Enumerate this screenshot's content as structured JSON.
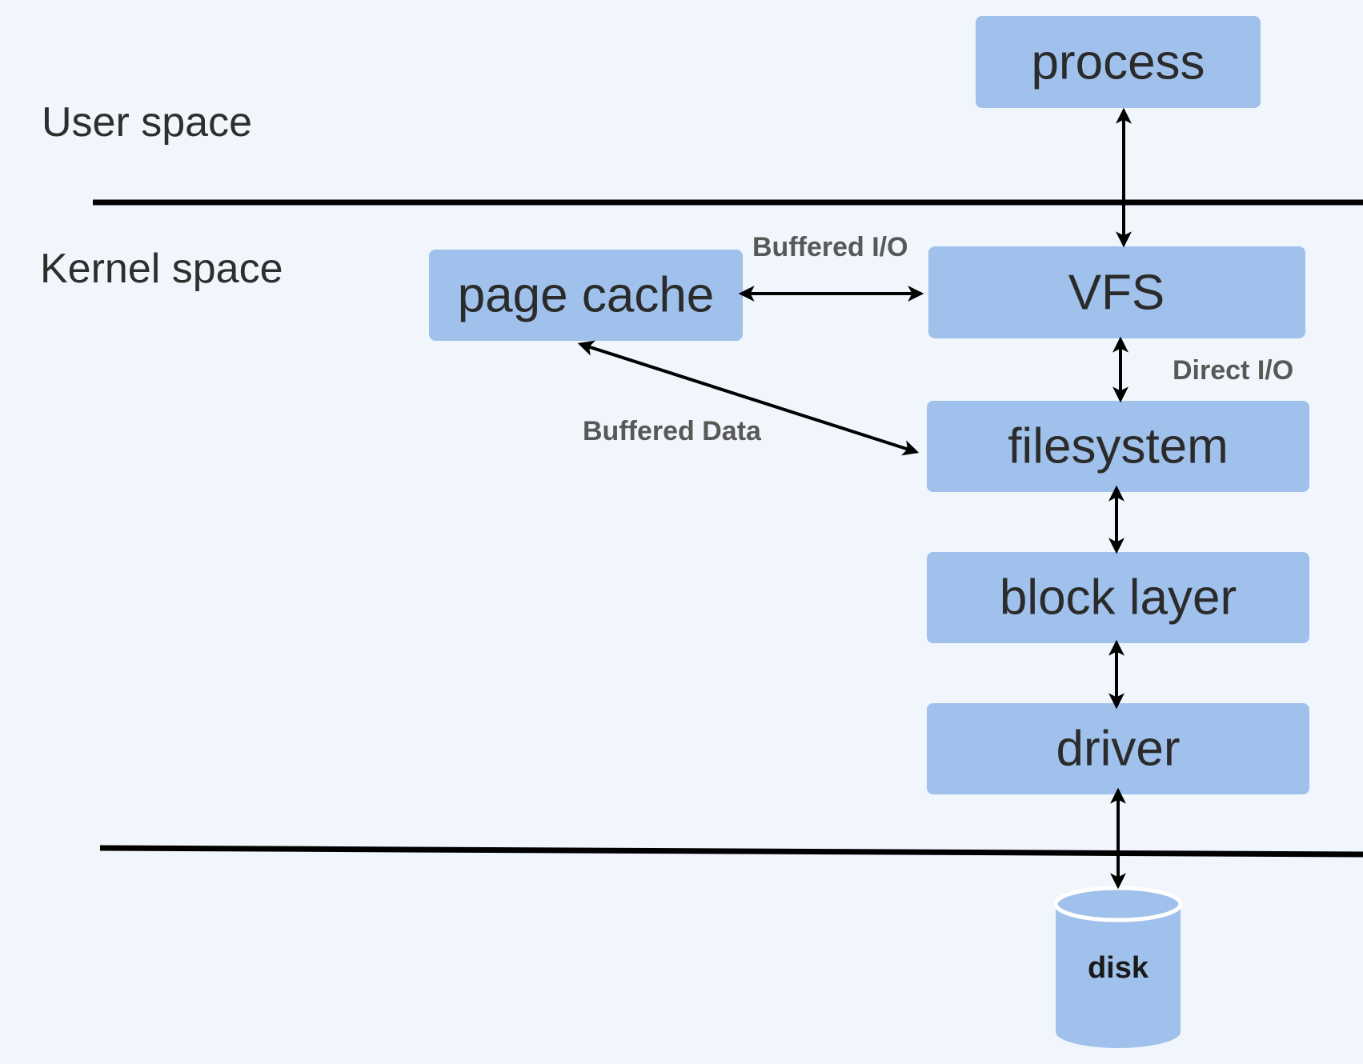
{
  "regions": {
    "user_space": "User space",
    "kernel_space": "Kernel space"
  },
  "nodes": {
    "process": "process",
    "vfs": "VFS",
    "page_cache": "page cache",
    "filesystem": "filesystem",
    "block_layer": "block layer",
    "driver": "driver",
    "disk": "disk"
  },
  "edges": {
    "buffered_io": "Buffered I/O",
    "direct_io": "Direct I/O",
    "buffered_data": "Buffered Data"
  },
  "colors": {
    "box_fill": "#9fc1eb",
    "background": "#f1f5fc",
    "line": "#000000"
  }
}
